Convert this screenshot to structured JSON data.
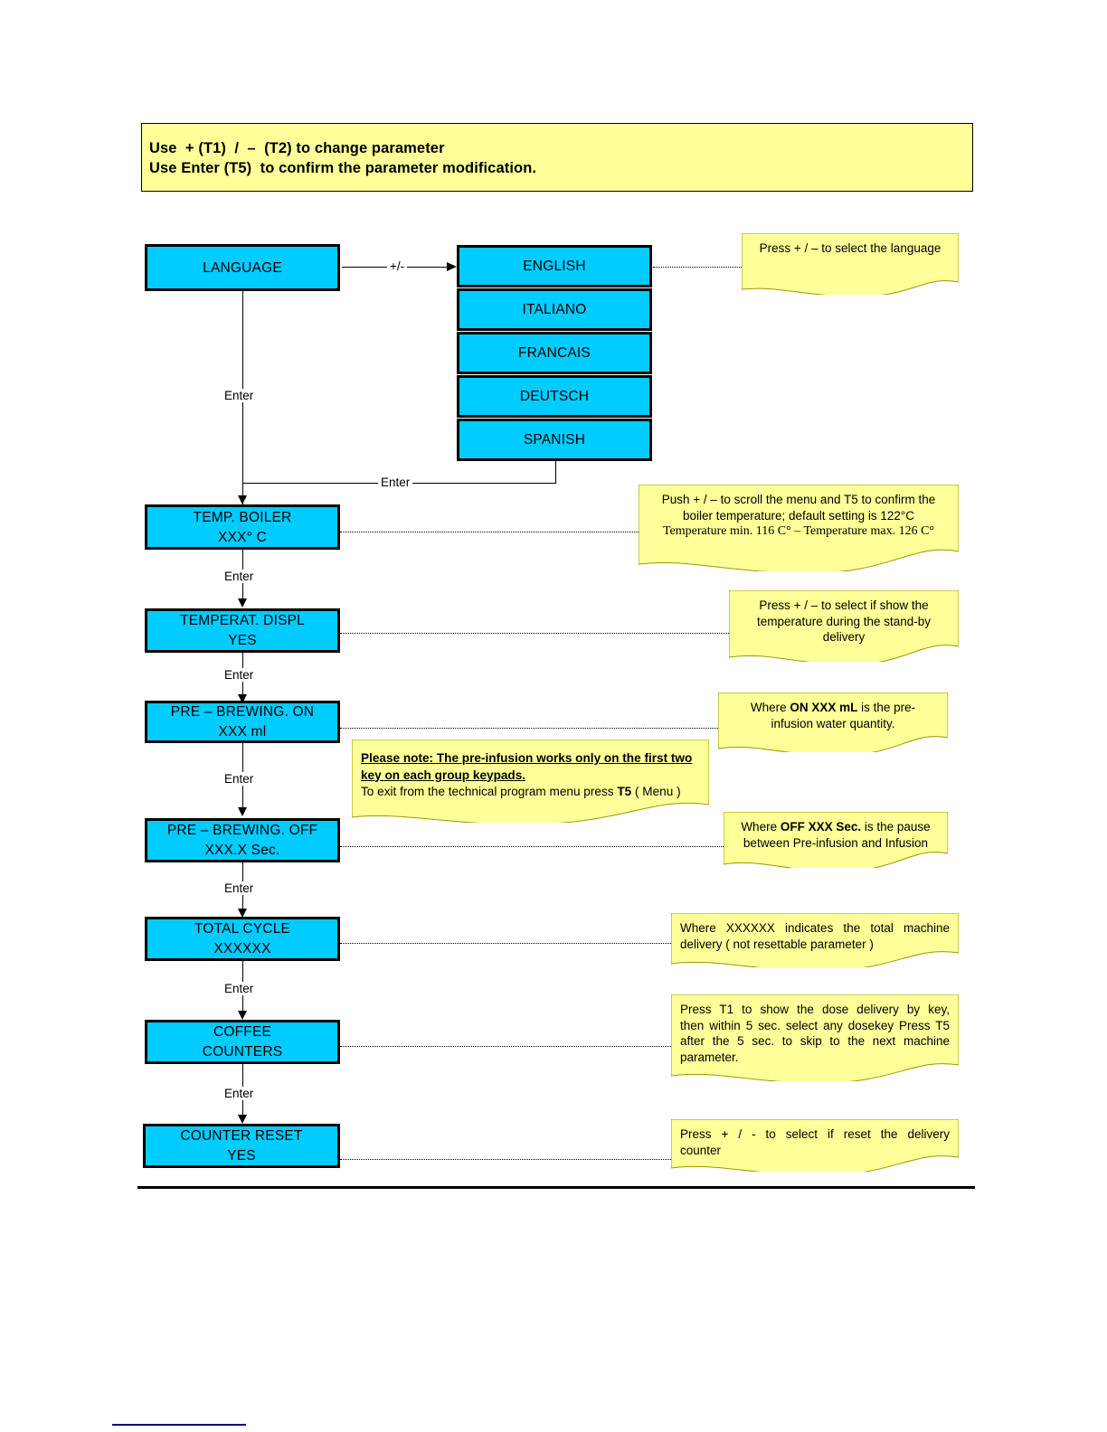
{
  "header": {
    "line1": "Use  + (T1)  /  –  (T2) to change parameter",
    "line2": "Use Enter (T5)  to confirm the parameter modification."
  },
  "flow": {
    "language_box": {
      "title": "LANGUAGE"
    },
    "language_options": [
      {
        "label": "ENGLISH"
      },
      {
        "label": "ITALIANO"
      },
      {
        "label": "FRANCAIS"
      },
      {
        "label": "DEUTSCH"
      },
      {
        "label": "SPANISH"
      }
    ],
    "steps": [
      {
        "line1": "TEMP. BOILER",
        "line2": "XXX° C"
      },
      {
        "line1": "TEMPERAT. DISPL",
        "line2": "YES"
      },
      {
        "line1": "PRE – BREWING.  ON",
        "line2": "XXX ml"
      },
      {
        "line1": "PRE – BREWING.  OFF",
        "line2": "XXX.X Sec."
      },
      {
        "line1": "TOTAL CYCLE",
        "line2": "XXXXXX"
      },
      {
        "line1": "COFFEE",
        "line2": "COUNTERS"
      },
      {
        "line1": "COUNTER RESET",
        "line2": "YES"
      }
    ],
    "edge_labels": {
      "plus_minus": "+/-",
      "enter": "Enter"
    }
  },
  "notes": {
    "language": {
      "line1": "Press  + / –  to select the language"
    },
    "temp_boiler": {
      "line1": "Push + / –  to scroll the menu and T5 to confirm the",
      "line2": "boiler temperature; default setting is 122°C",
      "line3": "Temperature  min. 116 C° – Temperature  max. 126 C°"
    },
    "temp_display": {
      "line1": "Press + / –  to select if show the",
      "line2": "temperature during the stand-by",
      "line3": "delivery"
    },
    "prebrew_on": {
      "pre": "Where  ",
      "bold": "ON XXX mL",
      "post": " is the pre-",
      "line2": "infusion water quantity."
    },
    "please_note": {
      "bold1": "Please note: The pre-infusion works only on the first two",
      "bold2": "key on each group keypads.",
      "line3_pre": "To exit from the technical program menu press ",
      "line3_bold": "T5",
      "line3_post": " ( Menu )"
    },
    "prebrew_off": {
      "pre": "Where ",
      "bold": "OFF XXX Sec.",
      "post": " is the pause",
      "line2": "between Pre-infusion and Infusion"
    },
    "total_cycle": {
      "line1": "Where XXXXXX indicates the total machine",
      "line2": "delivery ( not resettable parameter )"
    },
    "coffee_counters": {
      "line1": "Press T1 to show the dose delivery by key,",
      "line2": "then within 5 sec. select any dosekey Press T5",
      "line3": "after the 5 sec. to skip to the next machine",
      "line4": "parameter."
    },
    "counter_reset": {
      "line1": "Press + / - to select if reset the delivery",
      "line2": "counter"
    }
  },
  "colors": {
    "box_fill": "#00ccff",
    "note_fill": "#ffff99",
    "note_border": "#999900",
    "rule": "#000000",
    "footnote_rule": "#000080"
  }
}
